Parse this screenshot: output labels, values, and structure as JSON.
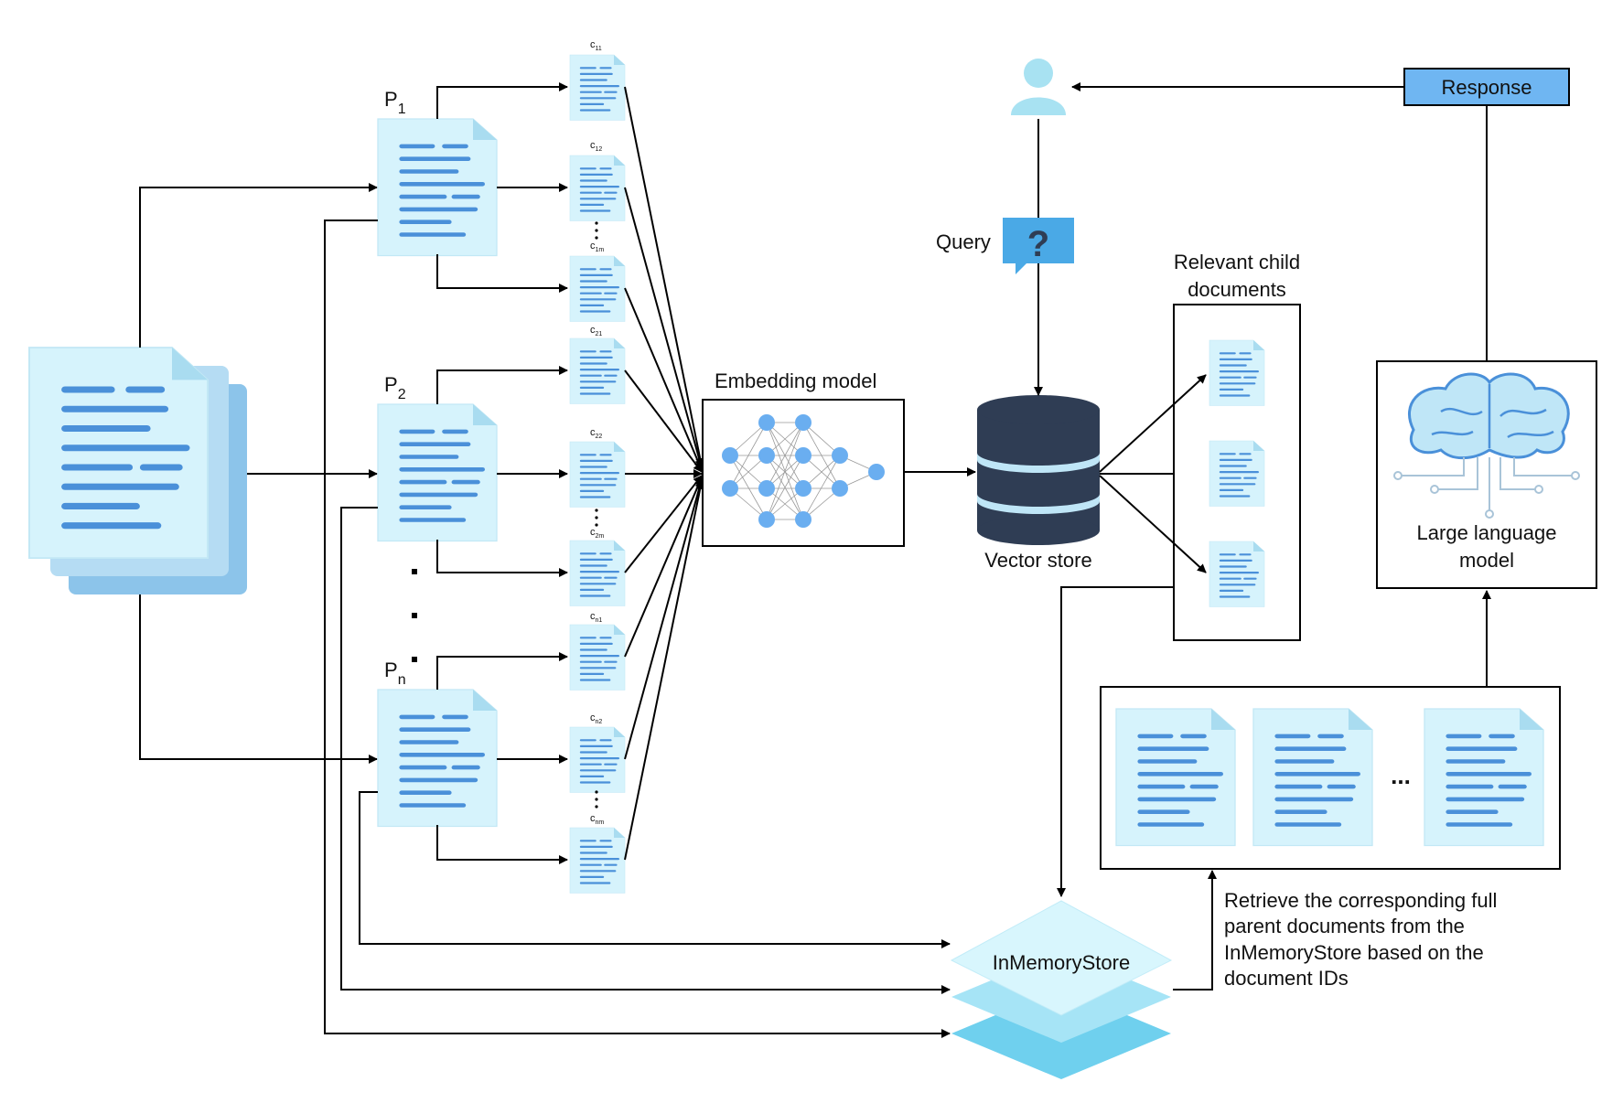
{
  "parents": [
    {
      "label": "P",
      "subscript": "1",
      "chunks": [
        "11",
        "12",
        "1m"
      ]
    },
    {
      "label": "P",
      "subscript": "2",
      "chunks": [
        "21",
        "22",
        "2m"
      ]
    },
    {
      "label": "P",
      "subscript": "n",
      "chunks": [
        "n1",
        "n2",
        "nm"
      ]
    }
  ],
  "chunk_prefix": "c",
  "embedding_model_label": "Embedding model",
  "vector_store_label": "Vector store",
  "query_label": "Query",
  "query_symbol": "?",
  "response_label": "Response",
  "relevant_label_line1": "Relevant child",
  "relevant_label_line2": "documents",
  "llm_label_line1": "Large language",
  "llm_label_line2": "model",
  "inmemory_label": "InMemoryStore",
  "ellipsis": "...",
  "retrieve_lines": [
    "Retrieve the corresponding full",
    "parent documents from the",
    "InMemoryStore based on the",
    "document IDs"
  ],
  "colors": {
    "doc_fill": "#d6f3fc",
    "doc_line": "#4a90d9",
    "node": "#6aaef0",
    "db_top": "#2f3d54",
    "db_ring": "#bfe6f7",
    "response_fill": "#6fb6f2",
    "user": "#a8e2f2",
    "store_layer": "#8fdcf0"
  }
}
